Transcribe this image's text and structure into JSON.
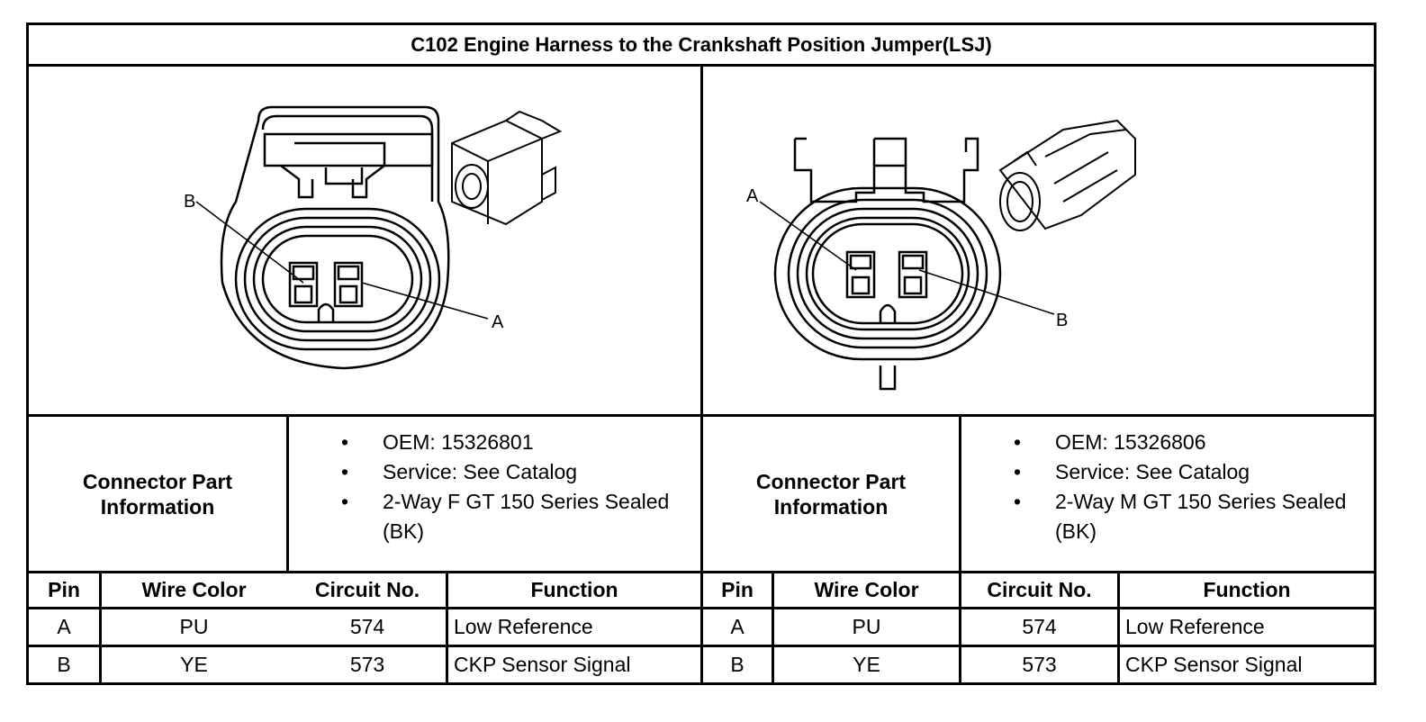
{
  "title": "C102 Engine Harness to the Crankshaft Position Jumper(LSJ)",
  "left": {
    "diagram": {
      "callouts": [
        "B",
        "A"
      ]
    },
    "part_label": "Connector Part Information",
    "part_info": [
      "OEM: 15326801",
      "Service: See Catalog",
      "2-Way F GT 150 Series Sealed (BK)"
    ],
    "headers": {
      "pin": "Pin",
      "wire_color": "Wire Color",
      "circuit_no": "Circuit No.",
      "function": "Function"
    },
    "rows": [
      {
        "pin": "A",
        "wire_color": "PU",
        "circuit_no": "574",
        "function": "Low Reference"
      },
      {
        "pin": "B",
        "wire_color": "YE",
        "circuit_no": "573",
        "function": "CKP Sensor Signal"
      }
    ]
  },
  "right": {
    "diagram": {
      "callouts": [
        "A",
        "B"
      ]
    },
    "part_label": "Connector Part Information",
    "part_info": [
      "OEM: 15326806",
      "Service: See Catalog",
      "2-Way M GT 150 Series Sealed (BK)"
    ],
    "headers": {
      "pin": "Pin",
      "wire_color": "Wire Color",
      "circuit_no": "Circuit No.",
      "function": "Function"
    },
    "rows": [
      {
        "pin": "A",
        "wire_color": "PU",
        "circuit_no": "574",
        "function": "Low Reference"
      },
      {
        "pin": "B",
        "wire_color": "YE",
        "circuit_no": "573",
        "function": "CKP Sensor Signal"
      }
    ]
  },
  "bullet_char": "•"
}
